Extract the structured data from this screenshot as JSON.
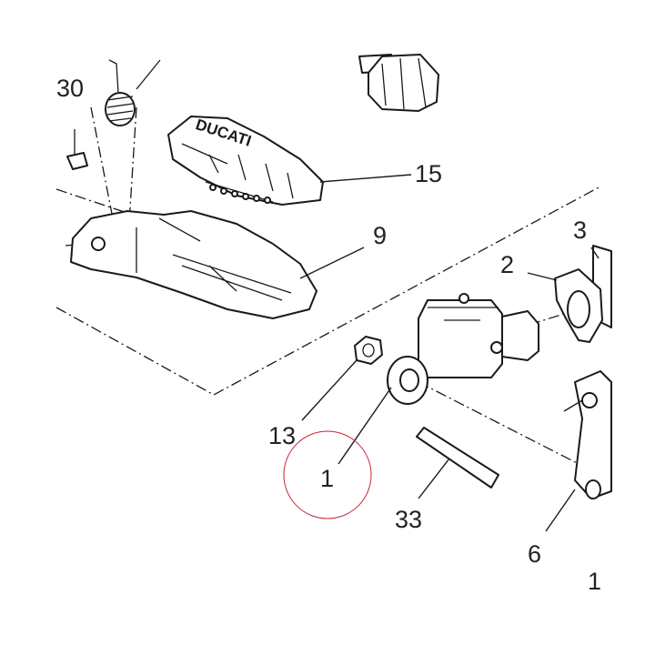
{
  "diagram": {
    "callouts": {
      "spring": "30",
      "footpeg_rubber": "15",
      "footpeg": "9",
      "bracket": "3",
      "reservoir_clamp": "2",
      "nut": "13",
      "master_cylinder": "1",
      "hose": "33",
      "lever": "6",
      "partial_right": "1"
    },
    "brand_text": "DUCATI",
    "highlight_color": "#c0283c"
  }
}
